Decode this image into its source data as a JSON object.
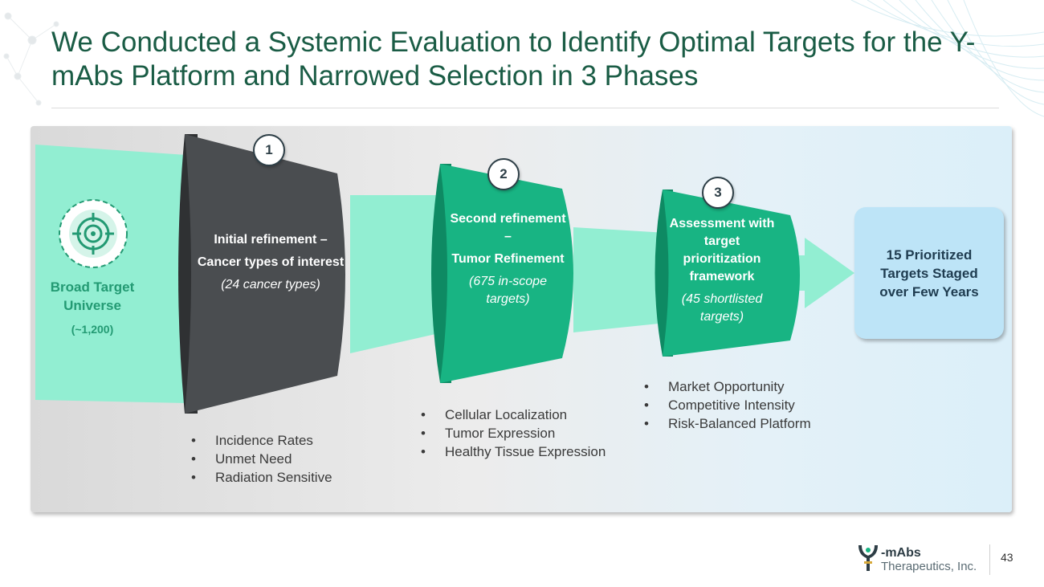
{
  "title": "We Conducted a Systemic Evaluation to Identify Optimal Targets for the Y-mAbs Platform and Narrowed Selection in 3 Phases",
  "start": {
    "icon": "target-icon",
    "label": "Broad Target Universe",
    "count": "(~1,200)"
  },
  "stages": [
    {
      "number": "1",
      "heading": "Initial refinement –",
      "subheading": "Cancer types of interest",
      "detail": "(24 cancer types)",
      "criteria": [
        "Incidence Rates",
        "Unmet Need",
        "Radiation Sensitive"
      ]
    },
    {
      "number": "2",
      "heading": "Second refinement –",
      "subheading": "Tumor Refinement",
      "detail": "(675 in-scope targets)",
      "criteria": [
        "Cellular Localization",
        "Tumor Expression",
        "Healthy Tissue Expression"
      ]
    },
    {
      "number": "3",
      "heading": "Assessment with target prioritization framework",
      "subheading": "",
      "detail": "(45 shortlisted targets)",
      "criteria": [
        "Market Opportunity",
        "Competitive Intensity",
        "Risk-Balanced Platform"
      ]
    }
  ],
  "result": {
    "label": "15 Prioritized Targets Staged over Few Years"
  },
  "footer": {
    "logo_name": "-mAbs",
    "logo_sub": "Therapeutics, Inc.",
    "page_number": "43"
  },
  "colors": {
    "title": "#1a5c45",
    "light_flow": "#92eed2",
    "stage1": "#4a4d50",
    "stage_green": "#18b483",
    "result_box": "#bde4f7"
  }
}
